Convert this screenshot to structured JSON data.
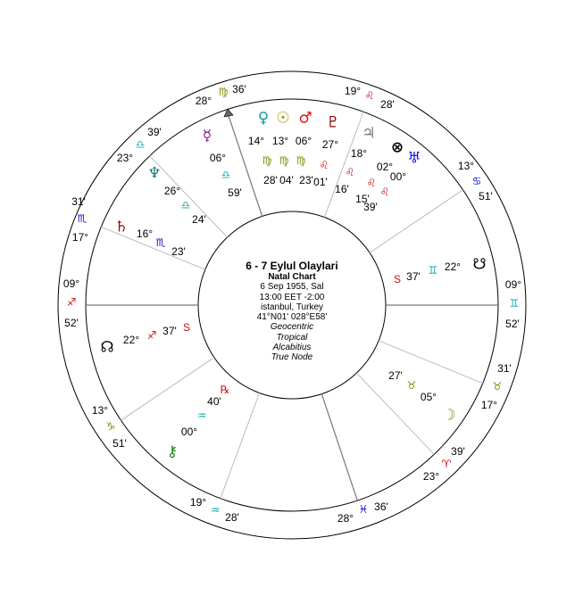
{
  "chart_info": {
    "title": "6 - 7 Eylul Olaylari",
    "subtitle": "Natal Chart",
    "date": "6 Sep 1955, Sal",
    "time": "13:00  EET -2:00",
    "place": "istanbul, Turkey",
    "coords": "41°N01' 028°E58'",
    "zodiac": "Geocentric",
    "type": "Tropical",
    "houses": "Alcabitius",
    "node": "True Node"
  },
  "colors": {
    "fire": "#cc1111",
    "earth": "#888800",
    "air": "#11aaaa",
    "water": "#1111cc",
    "line": "#000000",
    "cusp": "#bbbbbb",
    "angle": "#777777"
  },
  "cusps": [
    {
      "id": "dsc",
      "deg": "09°",
      "sign": "♊",
      "min": "52'",
      "color": "#11aaaa"
    },
    {
      "id": "c8",
      "deg": "13°",
      "sign": "♋",
      "min": "51'",
      "color": "#1111cc"
    },
    {
      "id": "c9",
      "deg": "19°",
      "sign": "♌",
      "min": "28'",
      "color": "#cc1111"
    },
    {
      "id": "mc",
      "deg": "28°",
      "sign": "♍",
      "min": "36'",
      "color": "#888800"
    },
    {
      "id": "c11",
      "deg": "23°",
      "sign": "♎",
      "min": "39'",
      "color": "#11aaaa"
    },
    {
      "id": "c12",
      "deg": "17°",
      "sign": "♏",
      "min": "31'",
      "color": "#1111cc"
    },
    {
      "id": "asc",
      "deg": "09°",
      "sign": "♐",
      "min": "52'",
      "color": "#cc1111"
    },
    {
      "id": "c2",
      "deg": "13°",
      "sign": "♑",
      "min": "51'",
      "color": "#888800"
    },
    {
      "id": "c3",
      "deg": "19°",
      "sign": "♒",
      "min": "28'",
      "color": "#11aaaa"
    },
    {
      "id": "ic",
      "deg": "28°",
      "sign": "♓",
      "min": "36'",
      "color": "#1111cc"
    },
    {
      "id": "c5",
      "deg": "23°",
      "sign": "♈",
      "min": "39'",
      "color": "#cc1111"
    },
    {
      "id": "c6",
      "deg": "17°",
      "sign": "♉",
      "min": "31'",
      "color": "#888800"
    }
  ],
  "planets": [
    {
      "name": "venus",
      "glyph": "♀",
      "color": "#119999",
      "deg": "14°",
      "sign": "♍",
      "sign_color": "#888800",
      "min": "28'"
    },
    {
      "name": "sun",
      "glyph": "☉",
      "color": "#999900",
      "deg": "13°",
      "sign": "♍",
      "sign_color": "#888800",
      "min": "04'"
    },
    {
      "name": "mars",
      "glyph": "♂",
      "color": "#dd1111",
      "deg": "06°",
      "sign": "♍",
      "sign_color": "#888800",
      "min": "23'"
    },
    {
      "name": "pluto",
      "glyph": "♇",
      "color": "#880000",
      "deg": "27°",
      "sign": "♌",
      "sign_color": "#cc1111",
      "min": "01'"
    },
    {
      "name": "jupiter",
      "glyph": "♃",
      "color": "#777777",
      "deg": "18°",
      "sign": "♌",
      "sign_color": "#cc1111",
      "min": "16'"
    },
    {
      "name": "part-of-fortune",
      "glyph": "⊗",
      "color": "#000000",
      "deg": "02°",
      "sign": "♌",
      "sign_color": "#cc1111",
      "min": "15'"
    },
    {
      "name": "uranus",
      "glyph": "♅",
      "color": "#1111dd",
      "deg": "00°",
      "sign": "♌",
      "sign_color": "#cc1111",
      "min": "39'"
    },
    {
      "name": "mercury",
      "glyph": "☿",
      "color": "#881188",
      "deg": "06°",
      "sign": "♎",
      "sign_color": "#11aaaa",
      "min": "59'"
    },
    {
      "name": "neptune",
      "glyph": "♆",
      "color": "#117777",
      "deg": "26°",
      "sign": "♎",
      "sign_color": "#11aaaa",
      "min": "24'"
    },
    {
      "name": "saturn",
      "glyph": "♄",
      "color": "#881100",
      "deg": "16°",
      "sign": "♏",
      "sign_color": "#1111cc",
      "min": "23'"
    },
    {
      "name": "north-node",
      "glyph": "☊",
      "color": "#000000",
      "deg": "22°",
      "sign": "♐",
      "sign_color": "#cc1111",
      "min": "37'",
      "flag": "S"
    },
    {
      "name": "south-node",
      "glyph": "☋",
      "color": "#000000",
      "deg": "22°",
      "sign": "♊",
      "sign_color": "#11aaaa",
      "min": "37'",
      "flag": "S"
    },
    {
      "name": "moon",
      "glyph": "☽",
      "color": "#888800",
      "deg": "05°",
      "sign": "♉",
      "sign_color": "#888800",
      "min": "27'"
    },
    {
      "name": "chiron",
      "glyph": "⚷",
      "color": "#118811",
      "deg": "00°",
      "sign": "♒",
      "sign_color": "#11aaaa",
      "min": "40'",
      "flag": "℞"
    }
  ]
}
